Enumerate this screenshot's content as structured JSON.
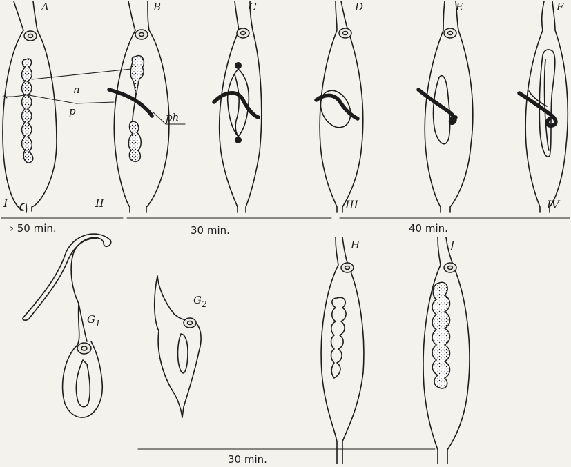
{
  "panel_labels": {
    "a": "A",
    "b": "B",
    "c": "C",
    "d": "D",
    "e": "E",
    "f": "F",
    "g1": "G",
    "g1_sub": "1",
    "g2": "G",
    "g2_sub": "2",
    "h": "H",
    "j": "J"
  },
  "structure_labels": {
    "n": "n",
    "p": "p",
    "ph": "ph"
  },
  "stage_marks": {
    "i": "I",
    "ii": "II",
    "iii": "III",
    "iv": "IV"
  },
  "durations": {
    "first": "› 50 min.",
    "second": "30 min.",
    "third": "40 min.",
    "bottom": "30 min."
  }
}
